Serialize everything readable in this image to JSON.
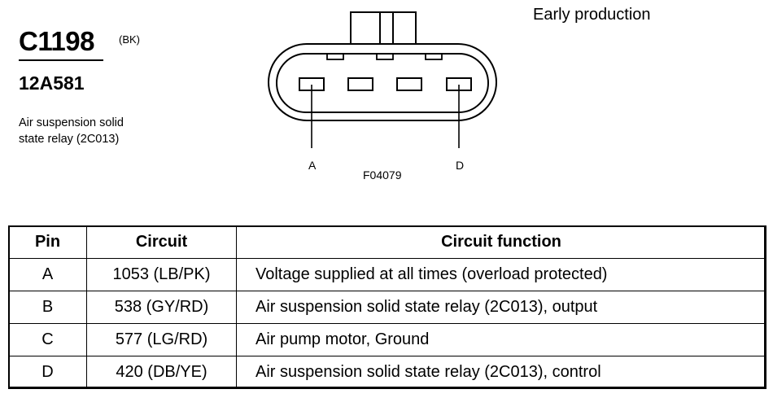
{
  "connector": {
    "id": "C1198",
    "color": "(BK)",
    "part_number": "12A581",
    "description_line1": "Air suspension solid",
    "description_line2": "state relay (2C013)",
    "production_note": "Early production",
    "figure_id": "F04079",
    "pin_labels": [
      "A",
      "D"
    ]
  },
  "table": {
    "headers": [
      "Pin",
      "Circuit",
      "Circuit function"
    ],
    "rows": [
      {
        "pin": "A",
        "circuit": "1053 (LB/PK)",
        "function": "Voltage supplied at all times (overload protected)"
      },
      {
        "pin": "B",
        "circuit": "538 (GY/RD)",
        "function": "Air suspension solid state relay (2C013), output"
      },
      {
        "pin": "C",
        "circuit": "577 (LG/RD)",
        "function": "Air pump motor, Ground"
      },
      {
        "pin": "D",
        "circuit": "420 (DB/YE)",
        "function": "Air suspension solid state relay (2C013), control"
      }
    ]
  }
}
